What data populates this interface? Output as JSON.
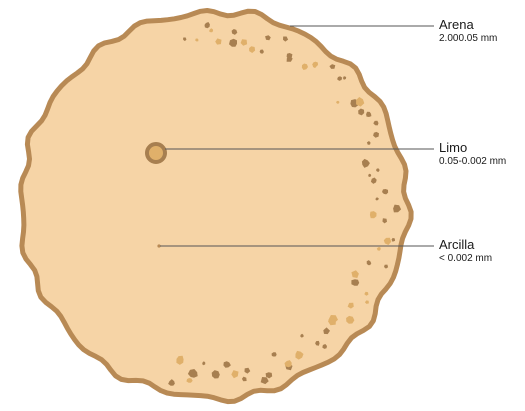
{
  "colors": {
    "background": "#ffffff",
    "disc_fill": "#f6d4a6",
    "disc_outline": "#b88a55",
    "grain_dark": "#a77f50",
    "grain_light": "#e0b06a",
    "leader_line": "#555555",
    "text": "#1a1a1a"
  },
  "labels": [
    {
      "id": "arena",
      "name": "Arena",
      "size": "2.000.05 mm"
    },
    {
      "id": "limo",
      "name": "Limo",
      "size": "0.05-0.002 mm"
    },
    {
      "id": "arcilla",
      "name": "Arcilla",
      "size": "< 0.002 mm"
    }
  ]
}
